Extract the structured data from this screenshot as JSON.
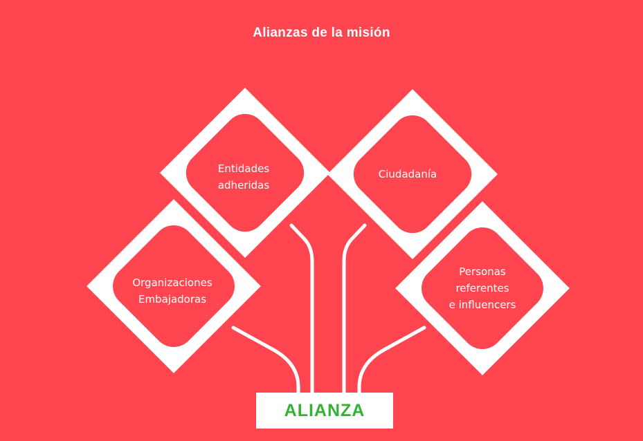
{
  "title": "Alianzas de la misión",
  "colors": {
    "background": "#ff4650",
    "node_border": "#ffffff",
    "center_box": "#ffffff",
    "center_text": "#34b233"
  },
  "nodes": [
    {
      "id": "entidades",
      "label_lines": [
        "Entidades",
        "adheridas"
      ]
    },
    {
      "id": "ciudadania",
      "label_lines": [
        "Ciudadanía"
      ]
    },
    {
      "id": "organizaciones",
      "label_lines": [
        "Organizaciones",
        "Embajadoras"
      ]
    },
    {
      "id": "personas",
      "label_lines": [
        "Personas",
        "referentes",
        "e influencers"
      ]
    }
  ],
  "center": {
    "label": "ALIANZA"
  }
}
